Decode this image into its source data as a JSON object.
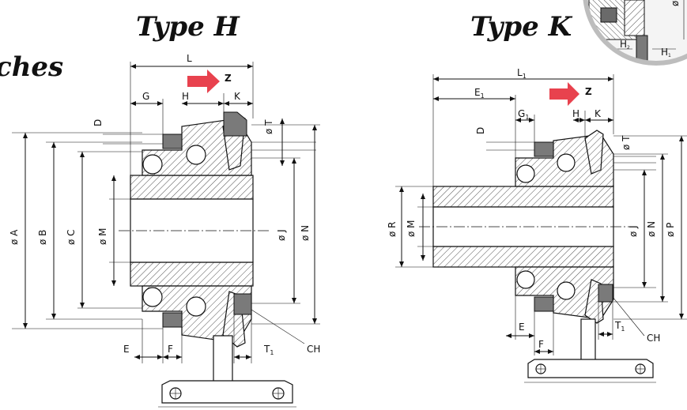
{
  "titles": {
    "type_h": "Type H",
    "type_k": "Type K",
    "partial_word": "ches"
  },
  "arrow_color": "#e8424e",
  "inset_ring_color": "#b9b9b9",
  "type_h": {
    "top_dims": {
      "L": "L",
      "G": "G",
      "H": "H",
      "K": "K",
      "Z": "Z",
      "D": "D",
      "T": "ø T"
    },
    "vertical_dims": {
      "A": "ø A",
      "B": "ø B",
      "C": "ø C",
      "M": "ø M",
      "J": "ø J",
      "N": "ø N"
    },
    "bottom_dims": {
      "E": "E",
      "F": "F",
      "T1": "T",
      "T1_sub": "1",
      "CH": "CH"
    }
  },
  "type_k": {
    "top_dims": {
      "L1": "L",
      "L1_sub": "1",
      "E1": "E",
      "E1_sub": "1",
      "G1": "G",
      "G1_sub": "1",
      "H": "H",
      "K": "K",
      "Z": "Z",
      "D": "D",
      "T": "ø T"
    },
    "vertical_dims": {
      "R": "ø R",
      "M": "ø M",
      "J": "ø J",
      "N": "ø N",
      "P": "ø P"
    },
    "bottom_dims": {
      "E": "E",
      "F": "F",
      "T1": "T",
      "T1_sub": "1",
      "CH": "CH"
    }
  },
  "inset": {
    "H2": "H",
    "H2_sub": "2",
    "H1": "H",
    "H1_sub": "1",
    "phi": "ø"
  }
}
